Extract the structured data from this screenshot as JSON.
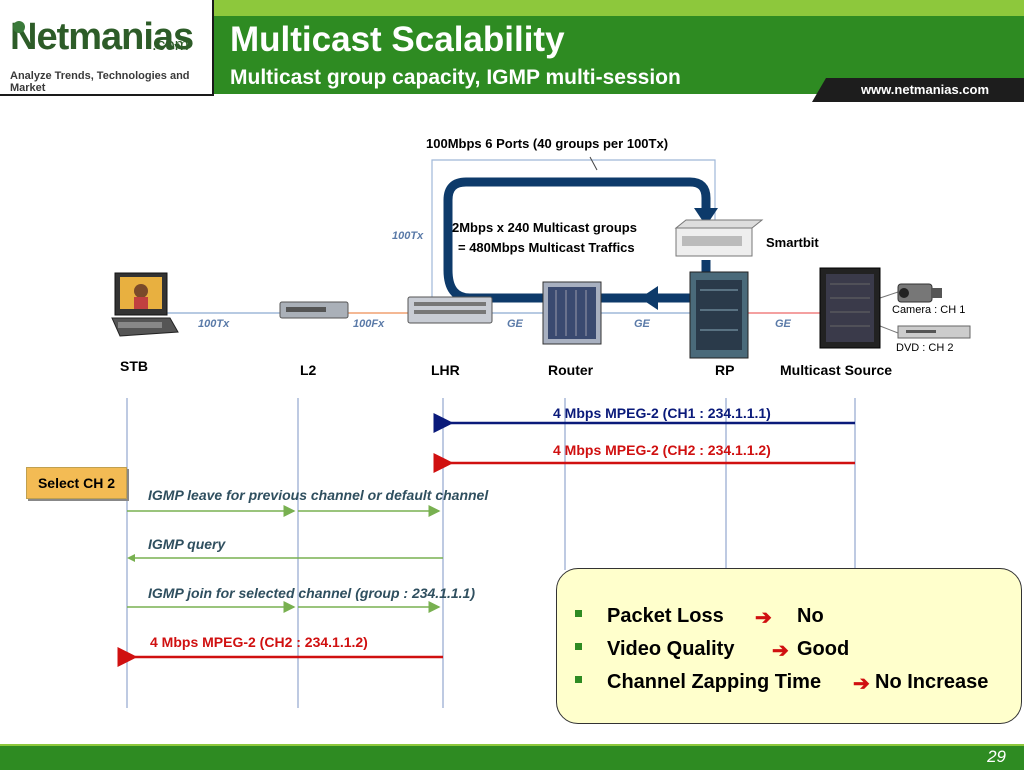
{
  "header": {
    "title": "Multicast Scalability",
    "subtitle": "Multicast group capacity, IGMP multi-session",
    "url": "www.netmanias.com"
  },
  "logo": {
    "name": "Netmanias",
    "suffix": ".com",
    "tagline": "Analyze Trends, Technologies and Market"
  },
  "topology": {
    "ports_label": "100Mbps 6 Ports (40 groups per 100Tx)",
    "traffic_line1": "2Mbps x 240 Multicast groups",
    "traffic_line2": "= 480Mbps Multicast Traffics",
    "smartbit_label": "Smartbit",
    "loop_link": "100Tx",
    "links": [
      "100Tx",
      "100Fx",
      "GE",
      "GE",
      "GE"
    ],
    "camera": "Camera : CH 1",
    "dvd": "DVD : CH 2",
    "devices": [
      "STB",
      "L2",
      "LHR",
      "Router",
      "RP",
      "Multicast Source"
    ]
  },
  "sequence": {
    "select_button": "Select CH 2",
    "stream_ch1": "4 Mbps MPEG-2 (CH1 : 234.1.1.1)",
    "stream_ch2": "4 Mbps MPEG-2 (CH2 : 234.1.1.2)",
    "igmp_leave": "IGMP leave for previous channel or default channel",
    "igmp_query": "IGMP query",
    "igmp_join": "IGMP join for selected channel (group : 234.1.1.1)",
    "stream_ch2_stb": "4 Mbps MPEG-2 (CH2 : 234.1.1.2)"
  },
  "results": {
    "items": [
      {
        "label": "Packet Loss",
        "value": "No"
      },
      {
        "label": "Video Quality",
        "value": "Good"
      },
      {
        "label": "Channel Zapping Time",
        "value": "No Increase"
      }
    ],
    "arrow": "➔"
  },
  "footer": {
    "page": "29"
  },
  "colors": {
    "brand_green": "#2e8b22",
    "navy_stream": "#0a1a7a",
    "red_stream": "#d01010",
    "igmp_green": "#78b050"
  }
}
